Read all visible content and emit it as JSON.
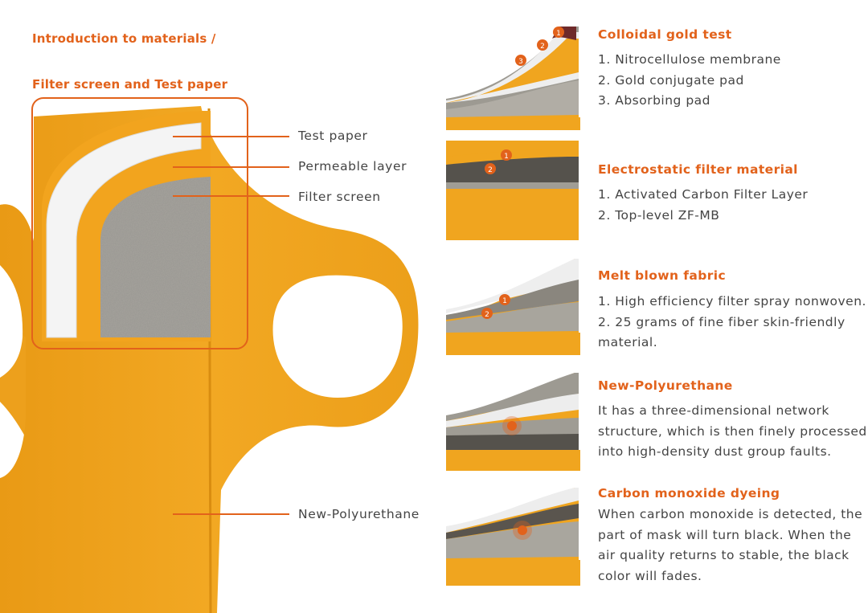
{
  "header": {
    "title_line1": "Introduction to materials /",
    "title_line2": "Filter screen and Test paper"
  },
  "main_callouts": [
    {
      "label": "Test paper"
    },
    {
      "label": "Permeable layer"
    },
    {
      "label": "Filter screen"
    },
    {
      "label": "New-Polyurethane"
    }
  ],
  "colors": {
    "accent": "#e2621b",
    "mask_yellow": "#f0a51f",
    "text": "#444444"
  },
  "sections": [
    {
      "title": "Colloidal gold test",
      "markers": [
        "1",
        "2",
        "3"
      ],
      "lines": [
        "1. Nitrocellulose membrane",
        "2. Gold conjugate pad",
        "3. Absorbing pad"
      ]
    },
    {
      "title": "Electrostatic filter material",
      "markers": [
        "1",
        "2"
      ],
      "lines": [
        "1. Activated Carbon Filter Layer",
        "2. Top-level ZF-MB"
      ]
    },
    {
      "title": "Melt blown fabric",
      "markers": [
        "1",
        "2"
      ],
      "lines": [
        "1. High efficiency filter spray nonwoven.",
        "2. 25 grams of fine fiber skin-friendly",
        "material."
      ]
    },
    {
      "title": "New-Polyurethane",
      "markers": [],
      "lines": [
        "It has a three-dimensional network",
        "structure, which is then finely processed",
        "into high-density dust group faults."
      ]
    },
    {
      "title": "Carbon monoxide dyeing",
      "markers": [],
      "lines": [
        "When carbon monoxide is detected, the",
        "part of mask will turn black. When the",
        "air quality returns to stable, the black",
        "color will fades."
      ]
    }
  ]
}
